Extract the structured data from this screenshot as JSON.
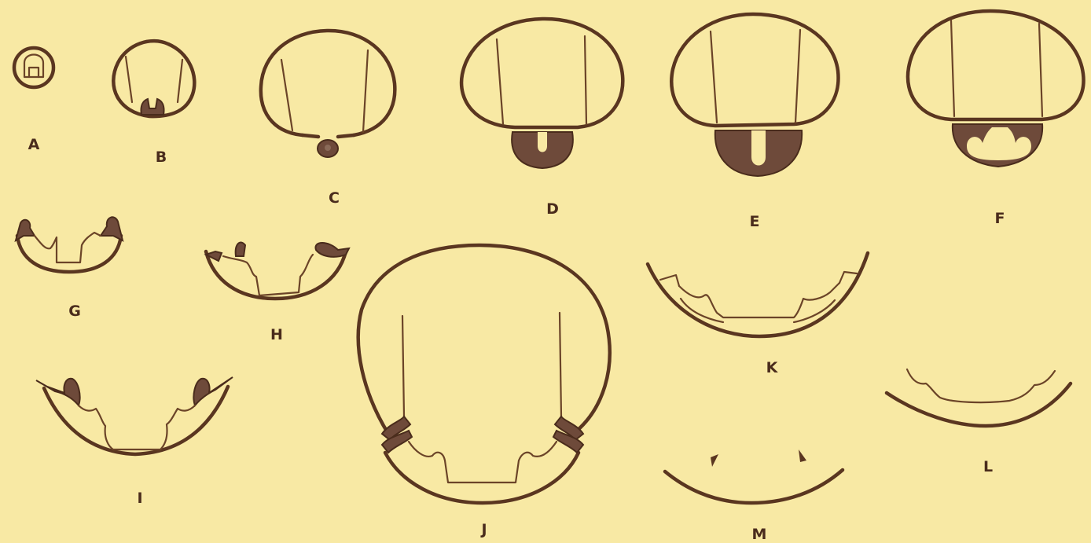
{
  "labels": {
    "A": "A",
    "B": "B",
    "C": "C",
    "D": "D",
    "E": "E",
    "F": "F",
    "G": "G",
    "H": "H",
    "I": "I",
    "J": "J",
    "K": "K",
    "L": "L",
    "M": "M"
  },
  "colors": {
    "background": "#f8e9a4",
    "ink": "#5a3620"
  }
}
